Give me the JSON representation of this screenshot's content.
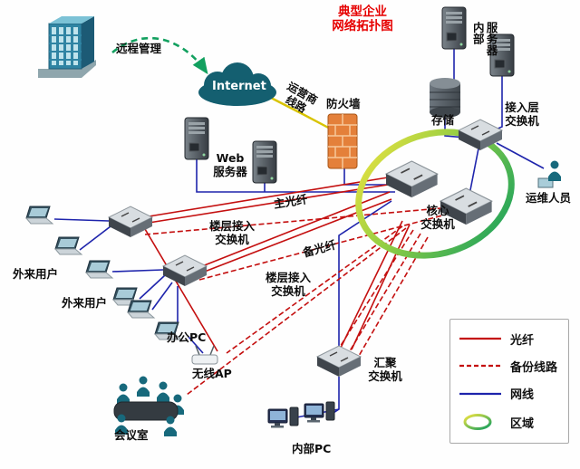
{
  "title": "典型企业\n网络拓扑图",
  "nodes": {
    "remote_mgmt": "远程管理",
    "internet": "Internet",
    "carrier_line": "运营商\n线路",
    "firewall": "防火墙",
    "web_server": "Web\n服务器",
    "internal_server": "内部\n服务器",
    "storage": "存储",
    "access_switch": "接入层\n交换机",
    "ops_staff": "运维人员",
    "core_switch": "核心\n交换机",
    "floor_switch_1": "楼层接入\n交换机",
    "floor_switch_2": "楼层接入\n交换机",
    "external_user_1": "外来用户",
    "external_user_2": "外来用户",
    "office_pc": "办公PC",
    "wireless_ap": "无线AP",
    "meeting_room": "会议室",
    "aggregation_switch": "汇聚\n交换机",
    "internal_pc": "内部PC"
  },
  "links": {
    "main_fiber": "主光纤",
    "backup_fiber": "备光纤"
  },
  "legend": {
    "fiber": "光纤",
    "backup": "备份线路",
    "cable": "网线",
    "zone": "区域"
  },
  "colors": {
    "fiber_line": "#c40f0f",
    "backup_line": "#c40f0f",
    "network_cable": "#1e24ac",
    "carrier_line": "#d8c300",
    "remote_arrow": "#12a05f",
    "zone_ring_start": "#f2e440",
    "zone_ring_end": "#0f9d60",
    "title_text": "#e60000"
  }
}
